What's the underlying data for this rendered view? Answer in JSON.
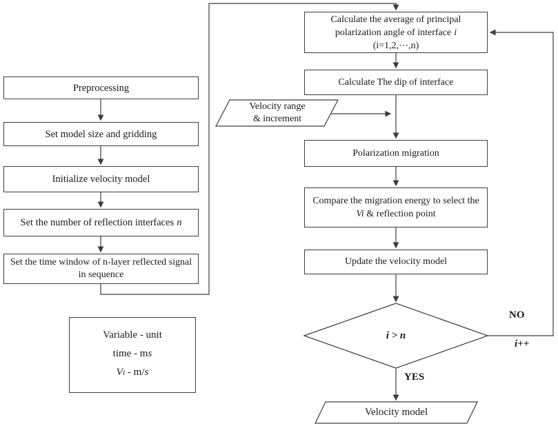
{
  "flowchart": {
    "left": {
      "preprocessing": "Preprocessing",
      "set_model": "Set model size and gridding",
      "init_velocity": "Initialize velocity model",
      "set_interfaces": "Set the number of reflection interfaces",
      "set_interfaces_var": "n",
      "set_time_window": "Set the time window of n-layer reflected signal in sequence"
    },
    "legend": {
      "title": "Variable - unit",
      "time_text": "time - m",
      "time_unit": "s",
      "vi_var": "V",
      "vi_var_sub": "i",
      "vi_text": "- m/",
      "vi_unit": "s"
    },
    "right": {
      "calc_avg_line1": "Calculate the average of principal",
      "calc_avg_line2": "polarization angle of interface",
      "calc_avg_var": "i",
      "calc_avg_line3": "(i=1,2,⋯,n)",
      "calc_dip": "Calculate The dip of interface",
      "velocity_range_line1": "Velocity range",
      "velocity_range_line2": "& increment",
      "polarization_migration": "Polarization migration",
      "compare_line1": "Compare the migration energy to select the",
      "compare_var": "Vi",
      "compare_rest": "& reflection point",
      "update_model": "Update the velocity model",
      "decision": "i > n",
      "no_label": "NO",
      "increment_label": "i++",
      "yes_label": "YES",
      "output": "Velocity model"
    },
    "colors": {
      "line": "#3c3c3c",
      "text": "#1a1a1a",
      "background": "#ffffff"
    }
  }
}
